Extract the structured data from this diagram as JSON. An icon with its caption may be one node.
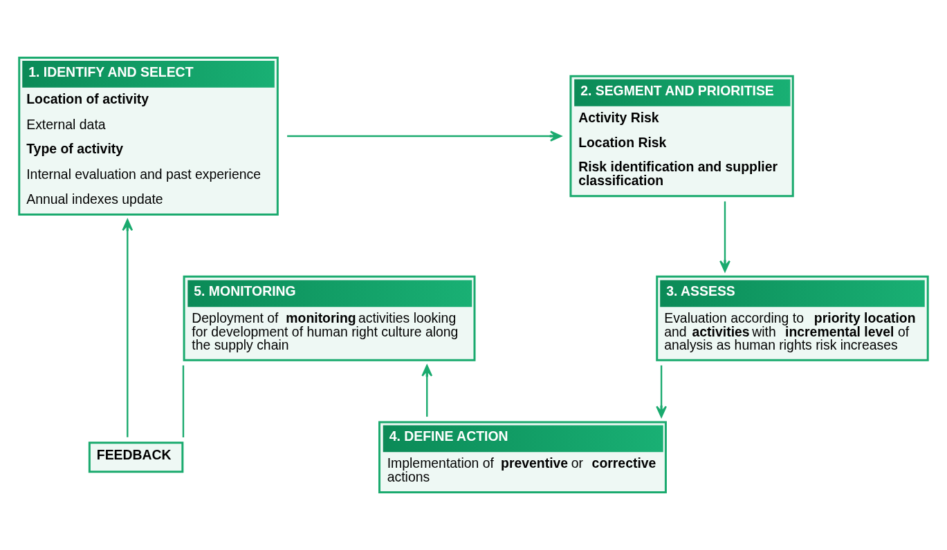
{
  "diagram": {
    "nodes": [
      {
        "text": [
          "1. IDENTIFY AND SELECT",
          "Location of activity",
          "External data",
          "Type of activity",
          "Internal evaluation and past experience",
          "Annual indexes update"
        ]
      },
      {
        "text": [
          "2. SEGMENT AND PRIORITISE",
          "Activity Risk",
          "Location Risk",
          "Risk identification and supplier classification"
        ]
      },
      {
        "text": [
          "FEEDBACK"
        ]
      },
      {
        "text": [
          "5. MONITORING",
          "Deployment of **monitoring** activities looking for development of human right culture along the supply chain"
        ]
      },
      {
        "text": [
          "3. ASSESS",
          "Evaluation according to **priority location** and **activities** with **incremental level** of analysis as human rights risk increases"
        ]
      },
      {
        "text": [
          "4. DEFINE ACTION",
          "Implementation of **preventive** or **corrective** actions"
        ]
      }
    ],
    "edges": [
      {
        "from": 0,
        "to": 1,
        "arrow": "to"
      },
      {
        "from": 1,
        "to": 4,
        "arrow": "to"
      },
      {
        "from": 4,
        "to": 5,
        "arrow": "to"
      },
      {
        "from": 5,
        "to": 3,
        "arrow": "to"
      },
      {
        "from": 3,
        "to": 2,
        "arrow": "none"
      },
      {
        "from": 2,
        "to": 0,
        "arrow": "to"
      }
    ]
  }
}
